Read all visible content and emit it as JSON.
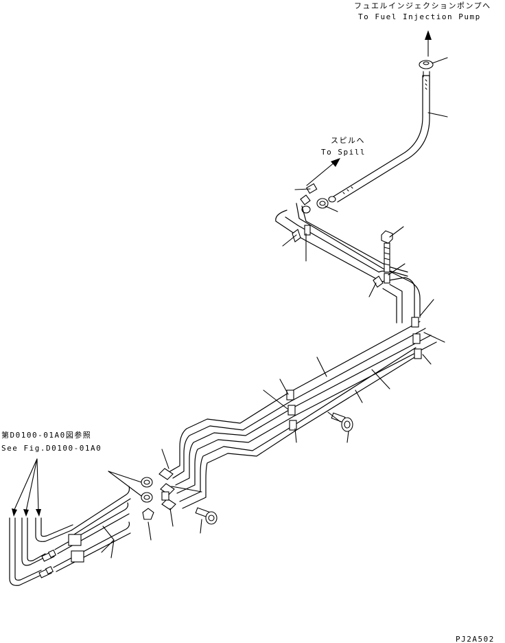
{
  "labels": {
    "fuel_jp": "フュエルインジェクションポンプへ",
    "fuel_en": "To Fuel Injection Pump",
    "spill_jp": "スピルへ",
    "spill_en": "To Spill",
    "see_jp": "第D0100-01A0図参照",
    "see_en": "See Fig.D0100-01A0",
    "drawing_id": "PJ2A502"
  }
}
